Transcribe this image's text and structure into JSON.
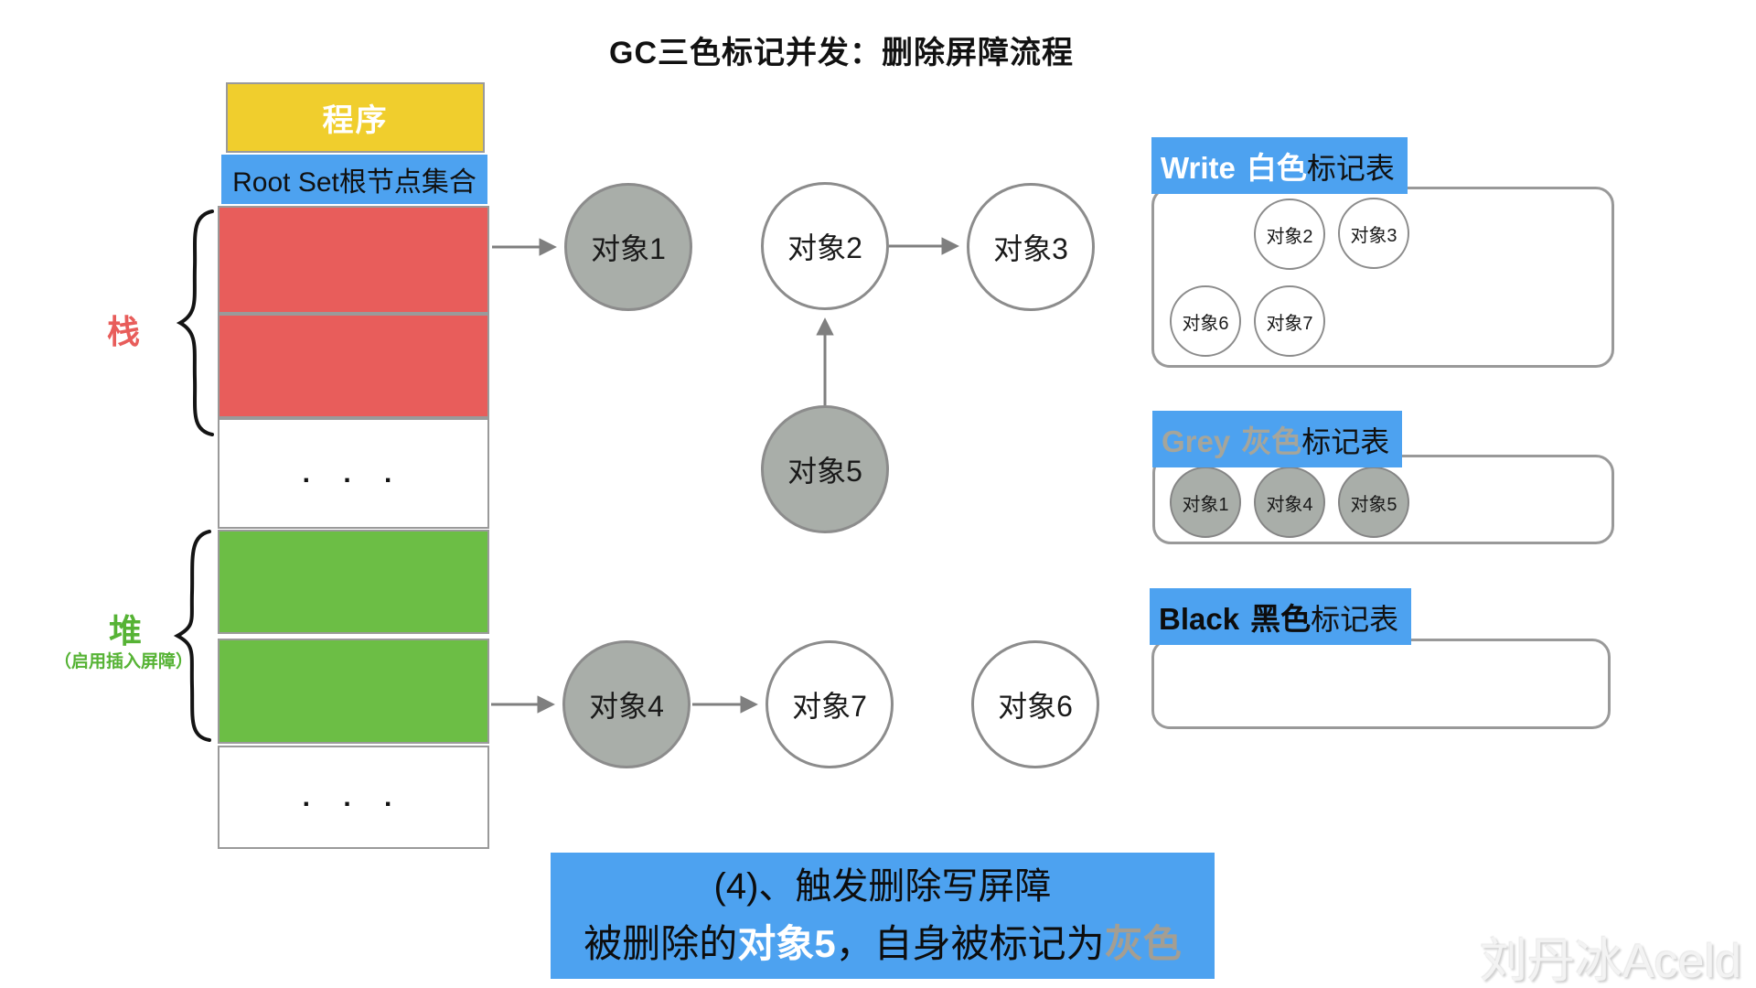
{
  "title": "GC三色标记并发：删除屏障流程",
  "memory_column": {
    "program": "程序",
    "root_set": "Root Set根节点集合",
    "stack_brace_label": "栈",
    "heap_brace_label": "堆",
    "heap_brace_sublabel": "（启用插入屏障）",
    "ellipsis_top": ". . .",
    "ellipsis_bottom": ". . ."
  },
  "graph_nodes": {
    "node1": "对象1",
    "node2": "对象2",
    "node3": "对象3",
    "node4": "对象4",
    "node5": "对象5",
    "node6": "对象6",
    "node7": "对象7"
  },
  "mark_tables": {
    "white": {
      "name_en": "Write",
      "name_cn": "白色",
      "suffix": "标记表",
      "items": [
        "对象2",
        "对象3",
        "对象6",
        "对象7"
      ]
    },
    "grey": {
      "name_en": "Grey",
      "name_cn": "灰色",
      "suffix": "标记表",
      "items": [
        "对象1",
        "对象4",
        "对象5"
      ]
    },
    "black": {
      "name_en": "Black",
      "name_cn": "黑色",
      "suffix": "标记表",
      "items": []
    }
  },
  "caption": {
    "line1": "(4)、触发删除写屏障",
    "line2_part1": "被删除的",
    "line2_highlight": "对象5",
    "line2_part2": "，自身被标记为",
    "line2_grey": "灰色"
  },
  "watermark": "刘丹冰Aceld",
  "colors": {
    "accent_blue": "#4DA2F0",
    "program_yellow": "#F0CE2D",
    "stack_red": "#E85D5B",
    "heap_green": "#6CBE45",
    "grey_object_fill": "#A9AEA9",
    "grey_marked_text": "#A49E92"
  }
}
